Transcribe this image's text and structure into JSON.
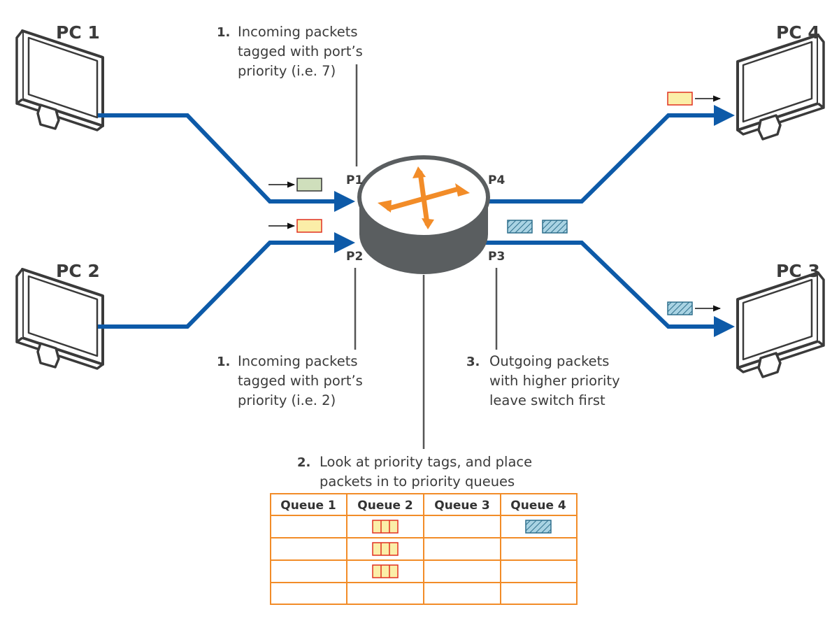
{
  "computers": {
    "pc1": "PC 1",
    "pc2": "PC 2",
    "pc3": "PC 3",
    "pc4": "PC 4"
  },
  "ports": {
    "p1": "P1",
    "p2": "P2",
    "p3": "P3",
    "p4": "P4"
  },
  "notes": {
    "step1_top": {
      "number": "1.",
      "lines": [
        "Incoming packets",
        "tagged with port’s",
        "priority (i.e. 7)"
      ]
    },
    "step1_bottom": {
      "number": "1.",
      "lines": [
        "Incoming packets",
        "tagged with port’s",
        "priority (i.e. 2)"
      ]
    },
    "step2": {
      "number": "2.",
      "lines": [
        "Look at priority tags, and place",
        "packets in to priority queues"
      ]
    },
    "step3": {
      "number": "3.",
      "lines": [
        "Outgoing packets",
        "with higher priority",
        "leave switch first"
      ]
    }
  },
  "queue_table": {
    "headers": [
      "Queue 1",
      "Queue 2",
      "Queue 3",
      "Queue 4"
    ]
  },
  "colors": {
    "cable": "#0d5aa8",
    "switch_body": "#5a5e60",
    "switch_top": "#ffffff",
    "switch_arrows": "#f28c28",
    "table_border": "#f28c28",
    "packet_green": "#cfdfbc",
    "packet_yellow": "#fbeea8",
    "packet_yellow_border": "#e03020",
    "packet_blue": "#8fc3d6",
    "text": "#3b3b3b",
    "leader_line": "#555555"
  }
}
